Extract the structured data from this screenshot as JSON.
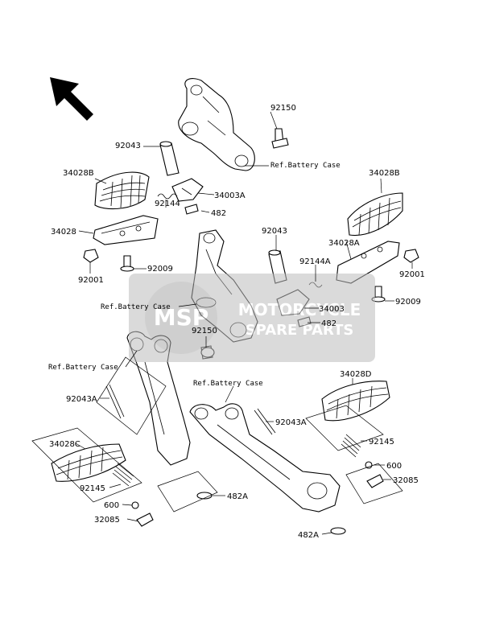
{
  "parts": {
    "p92150_top": "92150",
    "p92043_top": "92043",
    "ref_top": "Ref.Battery Case",
    "p34028B_left": "34028B",
    "p34003A": "34003A",
    "p34028B_right": "34028B",
    "p92144": "92144",
    "p482_top": "482",
    "p34028": "34028",
    "p92043_mid": "92043",
    "p34028A": "34028A",
    "p92144A": "92144A",
    "p92009_left": "92009",
    "p92001_left": "92001",
    "p92001_right": "92001",
    "ref_mid": "Ref.Battery Case",
    "p34003": "34003",
    "p92009_right": "92009",
    "p92150_mid": "92150",
    "p482_mid": "482",
    "ref_left": "Ref.Battery Case",
    "ref_center": "Ref.Battery Case",
    "p34028D": "34028D",
    "p92043A_left": "92043A",
    "p92043A_right": "92043A",
    "p34028C": "34028C",
    "p92145_right": "92145",
    "p600_right": "600",
    "p32085_right": "32085",
    "p92145_left": "92145",
    "p600_left": "600",
    "p482A_left": "482A",
    "p32085_left": "32085",
    "p482A_bottom": "482A"
  },
  "watermark": {
    "logo": "MSP",
    "line1": "MOTORCYCLE",
    "line2": "SPARE PARTS"
  },
  "colors": {
    "line": "#000000",
    "background": "#ffffff",
    "watermark": "#c8c8c8"
  },
  "icons": {
    "direction": "front-direction-arrow-icon"
  }
}
